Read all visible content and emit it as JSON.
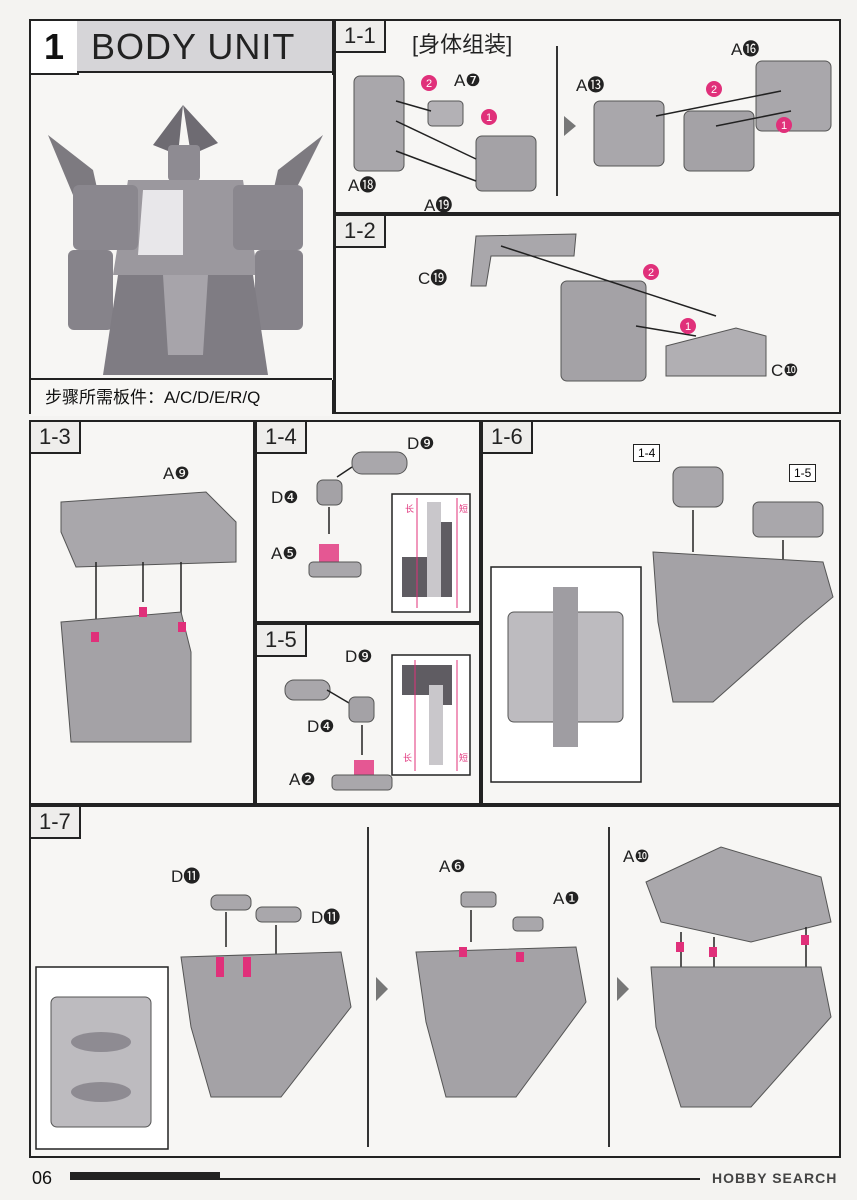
{
  "header": {
    "step_number": "1",
    "title": "BODY UNIT",
    "parts_required": "步骤所需板件：A/C/D/E/R/Q"
  },
  "steps": {
    "s1_1": {
      "label": "1-1",
      "subtitle": "[身体组装]",
      "parts": [
        "A❼",
        "A⓲",
        "A⓳",
        "A⓭",
        "A⓰"
      ]
    },
    "s1_2": {
      "label": "1-2",
      "parts": [
        "C⓳",
        "C❿"
      ]
    },
    "s1_3": {
      "label": "1-3",
      "parts": [
        "A❾"
      ]
    },
    "s1_4": {
      "label": "1-4",
      "parts": [
        "D❾",
        "D❹",
        "A❺"
      ],
      "inset_left": "长",
      "inset_right": "短"
    },
    "s1_5": {
      "label": "1-5",
      "parts": [
        "D❾",
        "D❹",
        "A❷"
      ],
      "inset_left": "长",
      "inset_right": "短"
    },
    "s1_6": {
      "label": "1-6",
      "refs": [
        "1-4",
        "1-5"
      ]
    },
    "s1_7": {
      "label": "1-7",
      "parts": [
        "D⓫",
        "D⓫",
        "A❻",
        "A❶",
        "A❿"
      ]
    }
  },
  "order_markers": [
    "1",
    "2"
  ],
  "footer": {
    "page_number": "06",
    "watermark": "HOBBY SEARCH"
  },
  "colors": {
    "accent": "#e0307a",
    "part_gray": "#a9a7ab",
    "line": "#222222"
  }
}
